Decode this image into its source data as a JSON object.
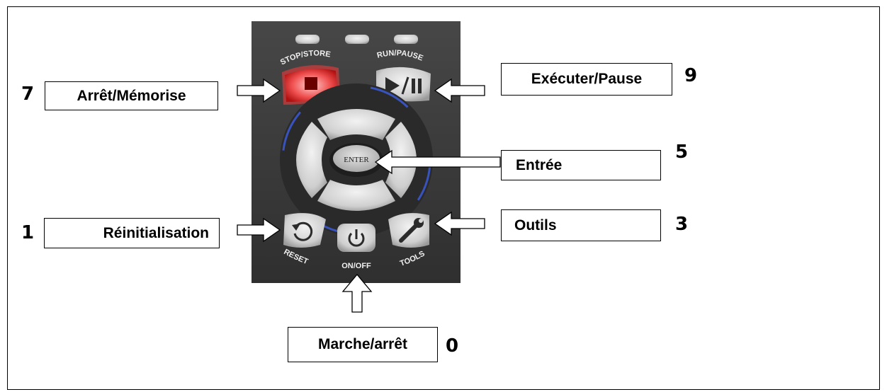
{
  "labels": {
    "stop_store": {
      "text": "Arrêt/Mémorise",
      "number": "7"
    },
    "run_pause": {
      "text": "Exécuter/Pause",
      "number": "9"
    },
    "enter": {
      "text": "Entrée",
      "number": "5"
    },
    "reset": {
      "text": "Réinitialisation",
      "number": "1"
    },
    "tools": {
      "text": "Outils",
      "number": "3"
    },
    "on_off": {
      "text": "Marche/arrêt",
      "number": "0"
    }
  },
  "keypad": {
    "stop_store_label": "STOP/STORE",
    "run_pause_label": "RUN/PAUSE",
    "enter_label": "ENTER",
    "reset_label": "RESET",
    "on_off_label": "ON/OFF",
    "tools_label": "TOOLS"
  },
  "colors": {
    "keypad_body": "#3b3b3b",
    "key_grey": "#d8d8d8",
    "stop_glow": "#e8191f",
    "ring_blue": "#3b5bd6"
  }
}
